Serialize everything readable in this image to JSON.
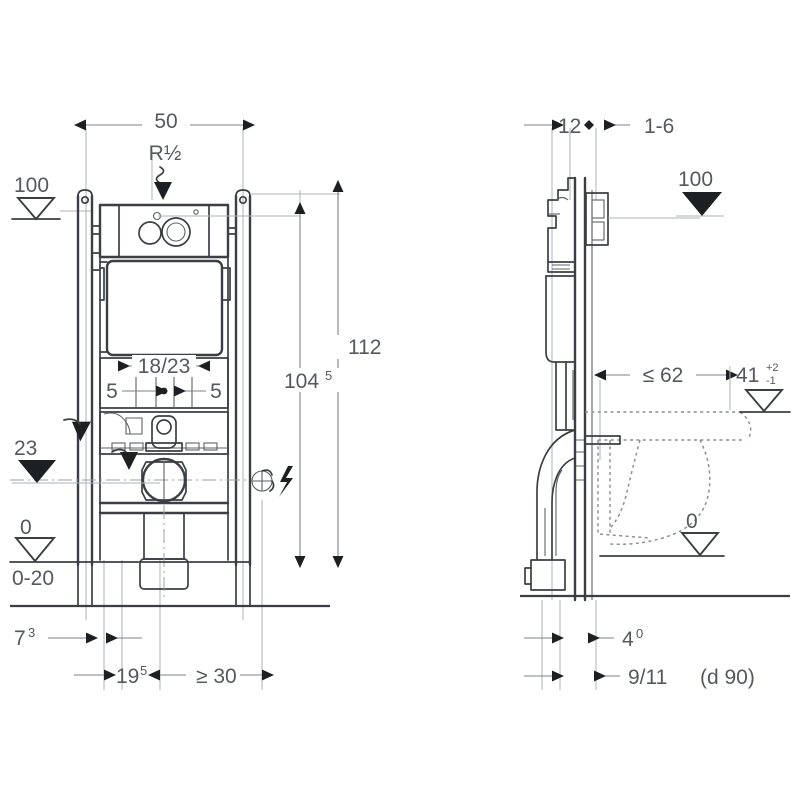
{
  "drawing": {
    "title": "Wall-hung WC installation frame - dimensioned technical drawing",
    "type": "two-view engineering drawing",
    "views": [
      {
        "name": "front elevation",
        "position": "left"
      },
      {
        "name": "side section",
        "position": "right"
      }
    ],
    "units_note": "cm",
    "line_color": "#3b3f44",
    "text_color": "#55595e",
    "thin_color": "#9aa0a6",
    "background": "#ffffff"
  },
  "front_view": {
    "dimensions": {
      "width_top": "50",
      "thread_label": "R½",
      "datum_100": "100",
      "height_112": "112",
      "height_104_5": "104",
      "height_104_5_sup": "5",
      "flush_plate_span": "18/23",
      "flush_plate_left": "5",
      "flush_plate_right": "5",
      "datum_23": "23",
      "datum_0": "0",
      "range_0_20": "0-20",
      "offset_7_3": "7",
      "offset_7_3_sup": "3",
      "offset_19_5": "19",
      "offset_19_5_sup": "5",
      "min_30": "≥ 30"
    }
  },
  "side_view": {
    "dimensions": {
      "depth_12": "12",
      "wall_1_6": "1-6",
      "datum_100": "100",
      "projection_62": "≤ 62",
      "height_41": "41",
      "height_41_tol_upper": "+2",
      "height_41_tol_lower": "-1",
      "datum_0": "0",
      "offset_4_0": "4",
      "offset_4_0_sup": "0",
      "drain_9_11": "9/11",
      "drain_d90": "(d 90)"
    }
  },
  "symbols": {
    "datum_filled": "filled-triangle-datum",
    "datum_open": "open-triangle-datum",
    "electrical": "electrical-connection-symbol",
    "diamond": "diamond-marker",
    "arrow": "dimension-arrow"
  }
}
